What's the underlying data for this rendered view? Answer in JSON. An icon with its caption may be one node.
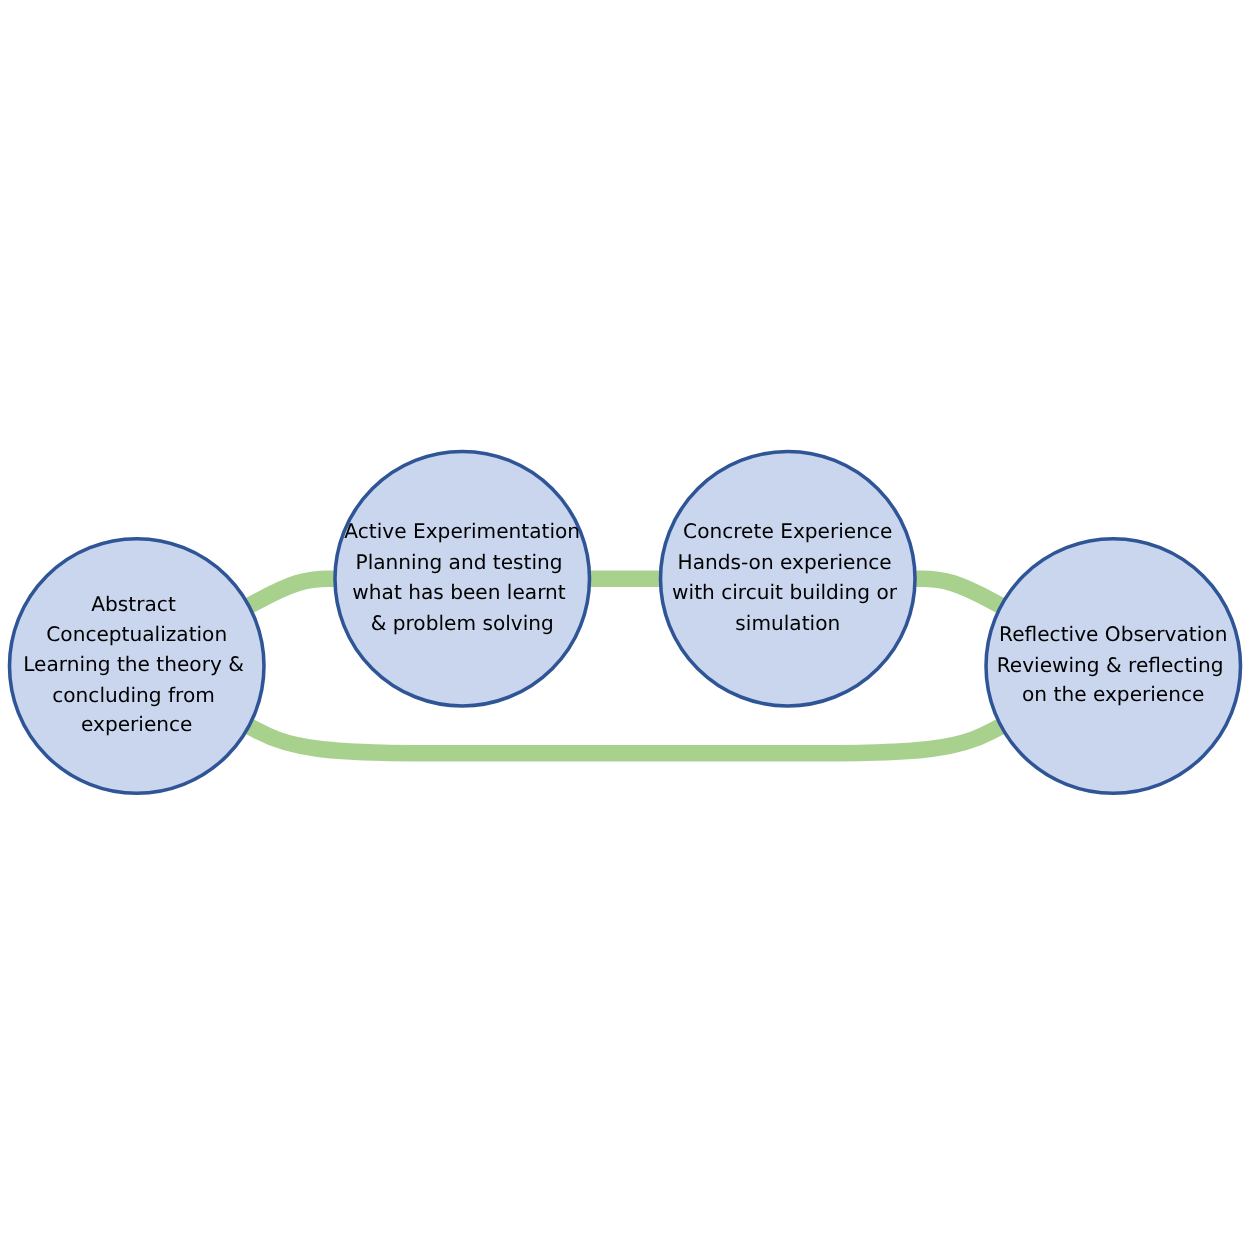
{
  "diagram": {
    "nodes": [
      {
        "text": [
          "Abstract Conceptualization",
          "Learning the theory & concluding from experience"
        ]
      },
      {
        "text": [
          "Active Experimentation",
          "Planning and testing what has been learnt & problem solving"
        ]
      },
      {
        "text": [
          "Reflective Observation",
          "Reviewing & reflecting on the experience"
        ]
      },
      {
        "text": [
          "Concrete Experience",
          "Hands-on experience with circuit building or simulation"
        ]
      }
    ],
    "edges": [
      {
        "from": 0,
        "to": 1,
        "arrow": "none"
      },
      {
        "from": 1,
        "to": 3,
        "arrow": "none"
      },
      {
        "from": 3,
        "to": 2,
        "arrow": "none"
      },
      {
        "from": 2,
        "to": 0,
        "arrow": "none"
      }
    ]
  }
}
